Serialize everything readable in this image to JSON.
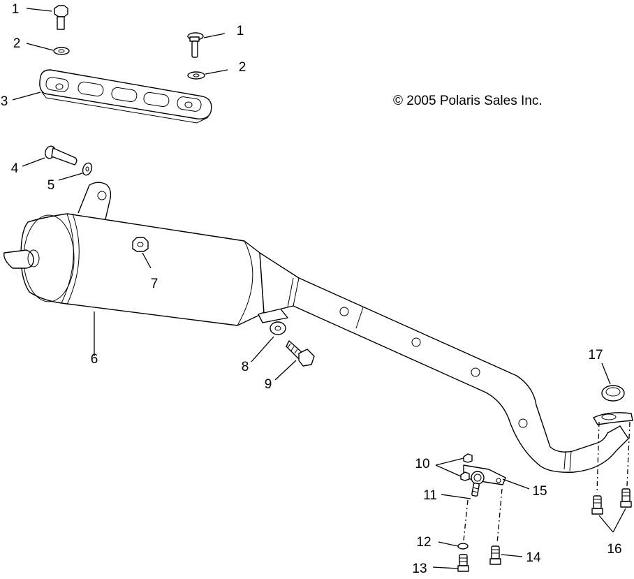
{
  "diagram": {
    "copyright": "© 2005 Polaris Sales Inc.",
    "callouts": [
      "1",
      "1",
      "2",
      "2",
      "3",
      "4",
      "5",
      "6",
      "7",
      "8",
      "9",
      "10",
      "11",
      "12",
      "13",
      "14",
      "15",
      "16",
      "17"
    ]
  }
}
